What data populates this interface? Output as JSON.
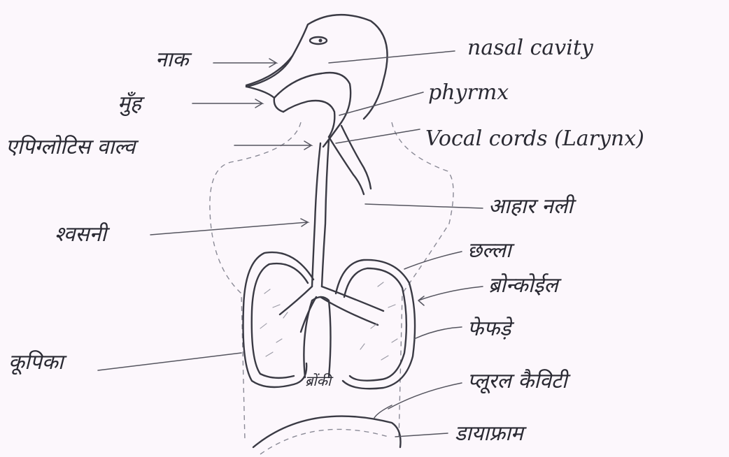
{
  "labels": {
    "naak": "नाक",
    "nasal_cavity": "nasal cavity",
    "munh": "मुँह",
    "pharynx": "phyrmx",
    "epiglottis_valve": "एपिग्लोटिस वाल्व",
    "vocal_cords": "Vocal cords (Larynx)",
    "ahar_nali": "आहार नली",
    "shwasnali": "श्वसनी",
    "chhalla": "छल्ला",
    "bronchiole": "ब्रोन्कोईल",
    "fefde": "फेफड़े",
    "khalwati": "कूपिका",
    "bronchi": "ब्रोंकी",
    "pleural_cavity": "प्लूरल कैविटी",
    "diaphragm": "डायाफ्राम"
  }
}
